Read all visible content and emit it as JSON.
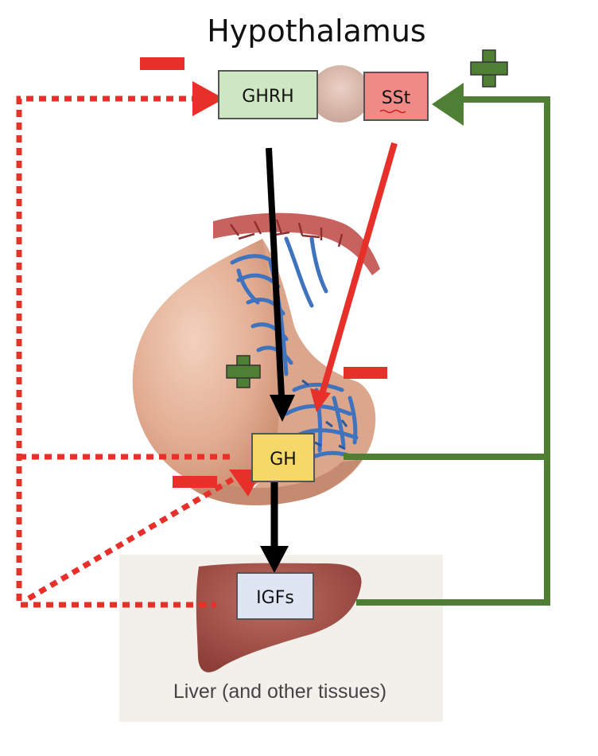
{
  "title": "Hypothalamus",
  "labels": {
    "ghrh": "GHRH",
    "sst": "SSt",
    "gh": "GH",
    "igfs": "IGFs",
    "liver_caption": "Liver (and other tissues)"
  },
  "signs": {
    "minus": "inhibition",
    "plus": "stimulation"
  },
  "colors": {
    "inhibitory": "#e8302a",
    "stimulatory": "#4f7f34",
    "pathway": "#000000",
    "ghrh_fill": "#cfe6c3",
    "sst_fill": "#ef8a86",
    "gh_fill": "#f6d868",
    "igfs_fill": "#dfe5f3",
    "liver": "#a5524a",
    "vessel_blue": "#3f73bd",
    "vessel_red": "#b74b4b",
    "pituitary": "#e6b49a"
  }
}
